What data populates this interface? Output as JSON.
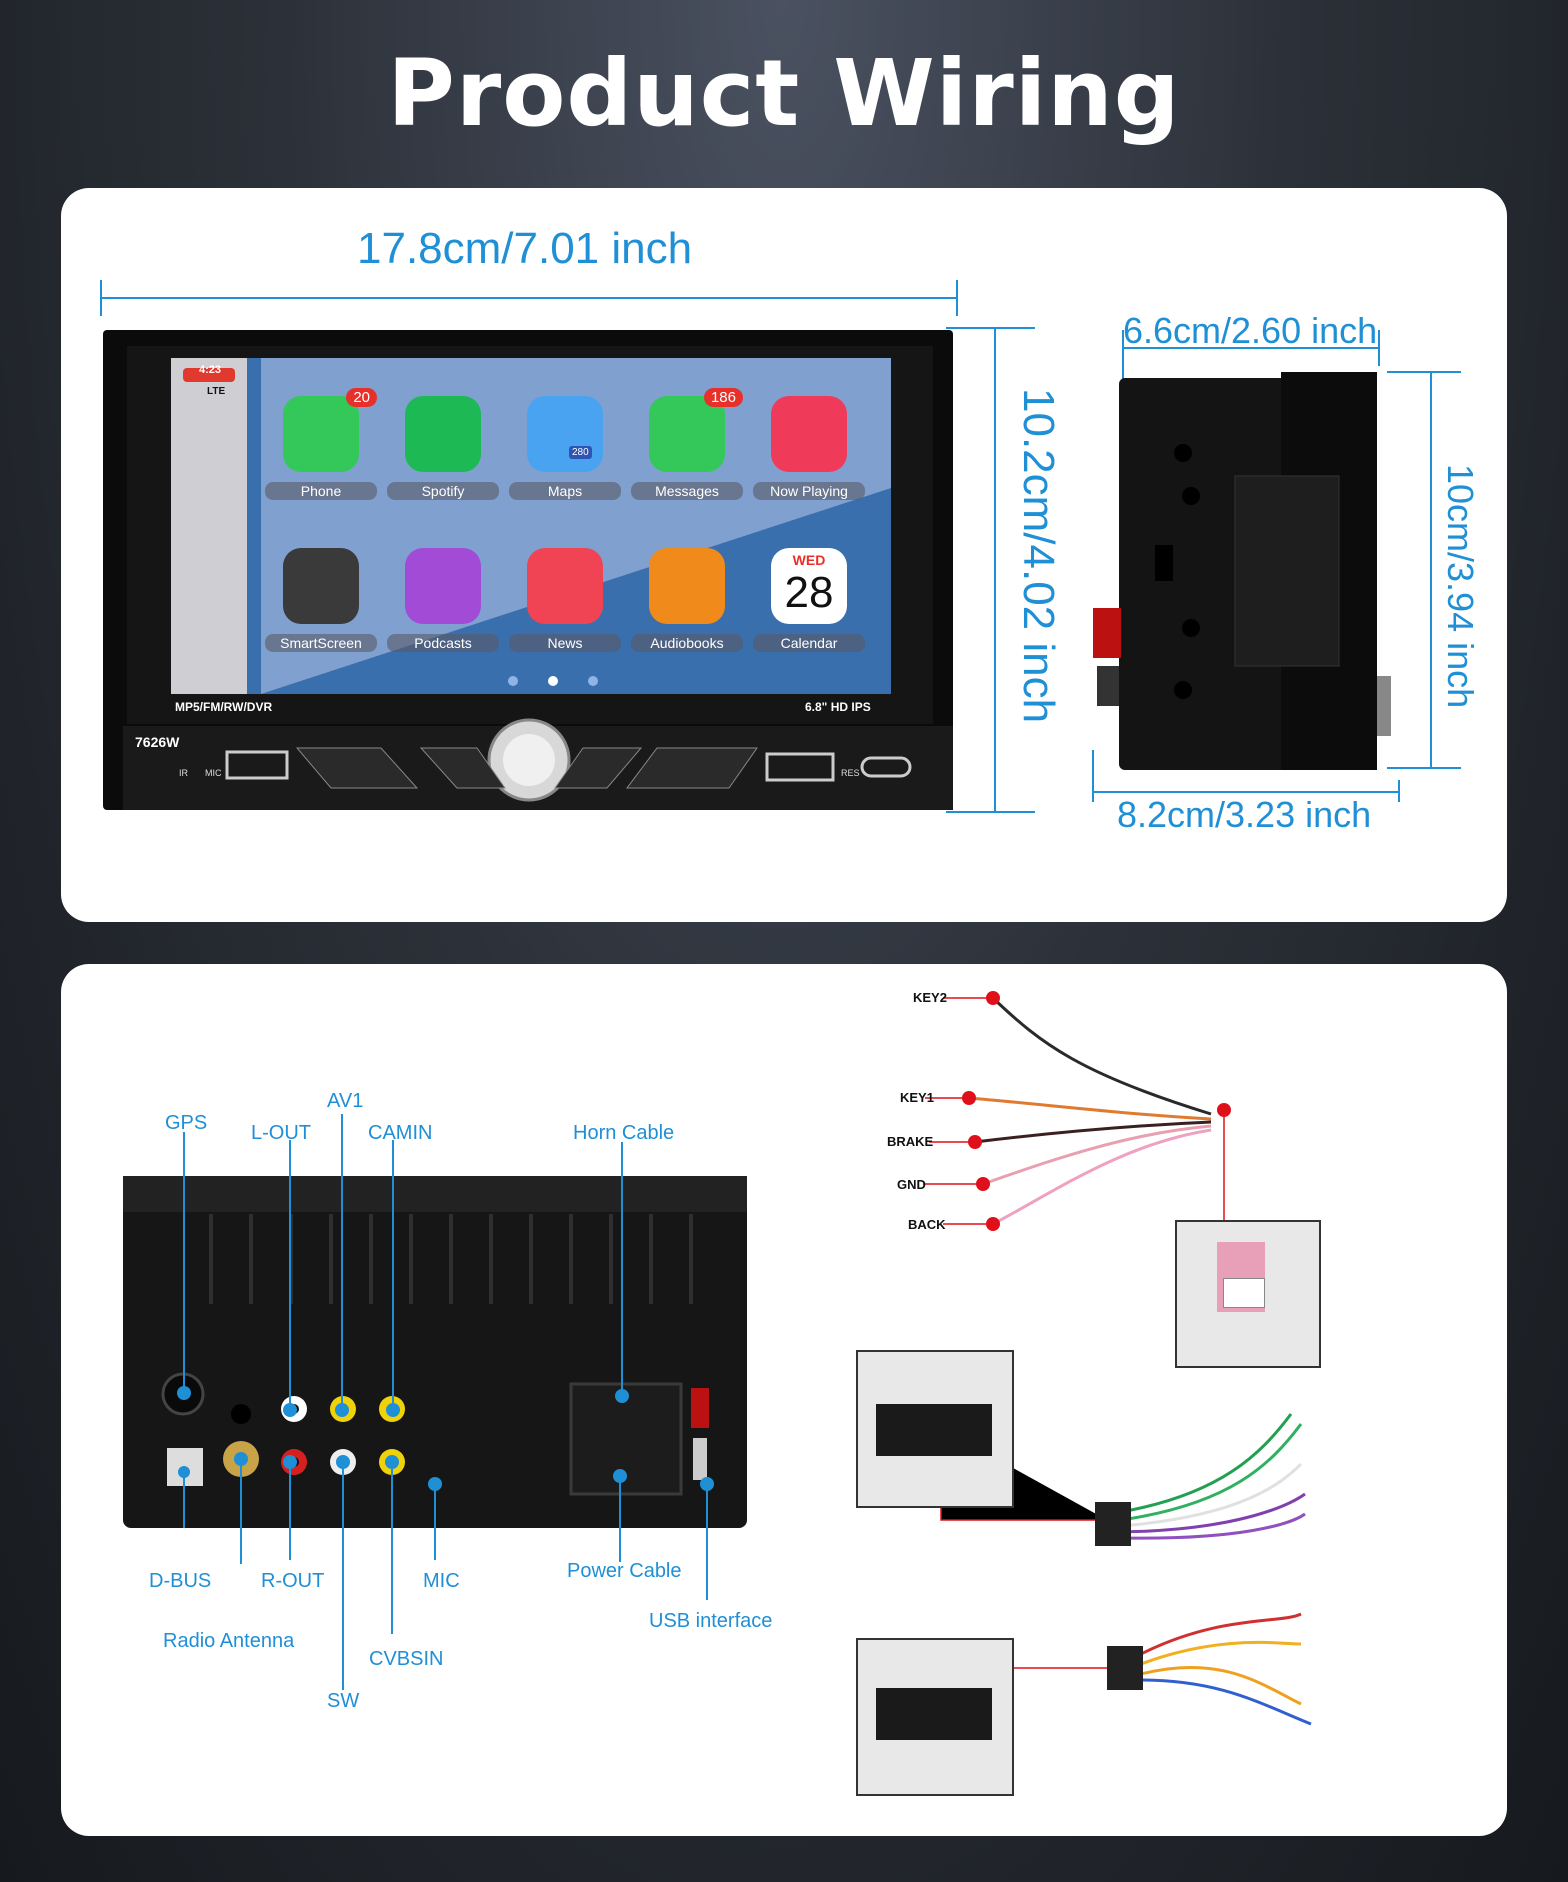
{
  "title": "Product Wiring",
  "dimensions": {
    "width": "17.8cm/7.01 inch",
    "height": "10.2cm/4.02 inch",
    "depth_top": "6.6cm/2.60 inch",
    "side_height": "10cm/3.94 inch",
    "depth_bottom": "8.2cm/3.23 inch"
  },
  "device": {
    "model": "7626W",
    "caption_left": "MP5/FM/RW/DVR",
    "caption_right": "6.8\" HD IPS",
    "port_labels": {
      "ir": "IR",
      "mic": "MIC",
      "res": "RES"
    },
    "status_time": "4:23",
    "status_network": "LTE",
    "apps": [
      {
        "label": "Phone",
        "badge": "20",
        "icon": "phone-icon"
      },
      {
        "label": "Spotify",
        "badge": "",
        "icon": "spotify-icon"
      },
      {
        "label": "Maps",
        "badge": "",
        "icon": "maps-icon"
      },
      {
        "label": "Messages",
        "badge": "186",
        "icon": "messages-icon"
      },
      {
        "label": "Now Playing",
        "badge": "",
        "icon": "now-playing-icon"
      },
      {
        "label": "SmartScreen",
        "badge": "",
        "icon": "home-icon"
      },
      {
        "label": "Podcasts",
        "badge": "",
        "icon": "podcasts-icon"
      },
      {
        "label": "News",
        "badge": "",
        "icon": "news-icon"
      },
      {
        "label": "Audiobooks",
        "badge": "",
        "icon": "audiobooks-icon"
      },
      {
        "label": "Calendar",
        "badge": "",
        "icon": "calendar-icon"
      }
    ],
    "calendar_day": "WED",
    "calendar_date": "28",
    "maps_shield": "280"
  },
  "rear_callouts": {
    "gps": "GPS",
    "av1": "AV1",
    "lout": "L-OUT",
    "camin": "CAMIN",
    "horn": "Horn Cable",
    "dbus": "D-BUS",
    "rout": "R-OUT",
    "mic": "MIC",
    "power": "Power Cable",
    "usb": "USB interface",
    "radio": "Radio Antenna",
    "cvbsin": "CVBSIN",
    "sw": "SW"
  },
  "wire_labels": {
    "key2": "KEY2",
    "key1": "KEY1",
    "brake": "BRAKE",
    "gnd": "GND",
    "back": "BACK"
  },
  "colors": {
    "accent": "#1f8fd6",
    "marker": "#e0101a"
  }
}
